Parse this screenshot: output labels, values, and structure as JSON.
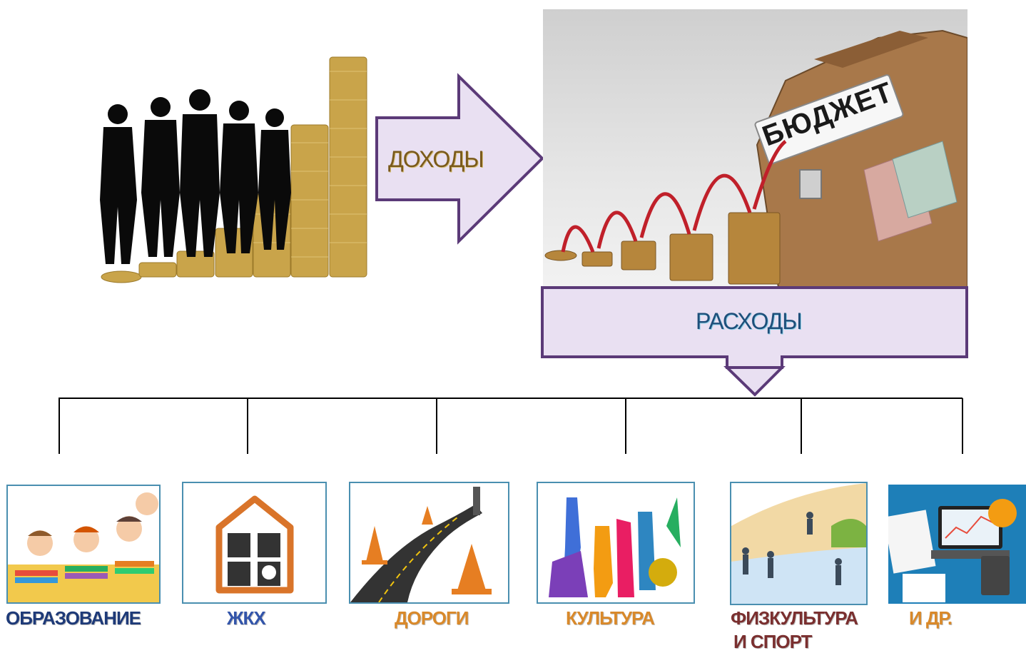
{
  "income_arrow": {
    "label": "ДОХОДЫ",
    "color": "#7a5a1c"
  },
  "budget_image": {
    "briefcase_label": "БЮДЖЕТ"
  },
  "expenses_box": {
    "label": "РАСХОДЫ",
    "color": "#1e4f7a"
  },
  "categories": [
    {
      "label": "ОБРАЗОВАНИЕ",
      "color": "#1e3a78"
    },
    {
      "label": "ЖКХ",
      "color": "#3355aa"
    },
    {
      "label": "ДОРОГИ",
      "color": "#d9892a"
    },
    {
      "label": "КУЛЬТУРА",
      "color": "#d9892a"
    },
    {
      "label": "ФИЗКУЛЬТУРА",
      "label_line2": "И СПОРТ",
      "color": "#7a2f2f"
    },
    {
      "label": "И ДР.",
      "color": "#d9892a"
    }
  ],
  "colors": {
    "arrow_fill": "#e9e0f2",
    "arrow_stroke": "#5b3a78",
    "connector": "#000000"
  }
}
